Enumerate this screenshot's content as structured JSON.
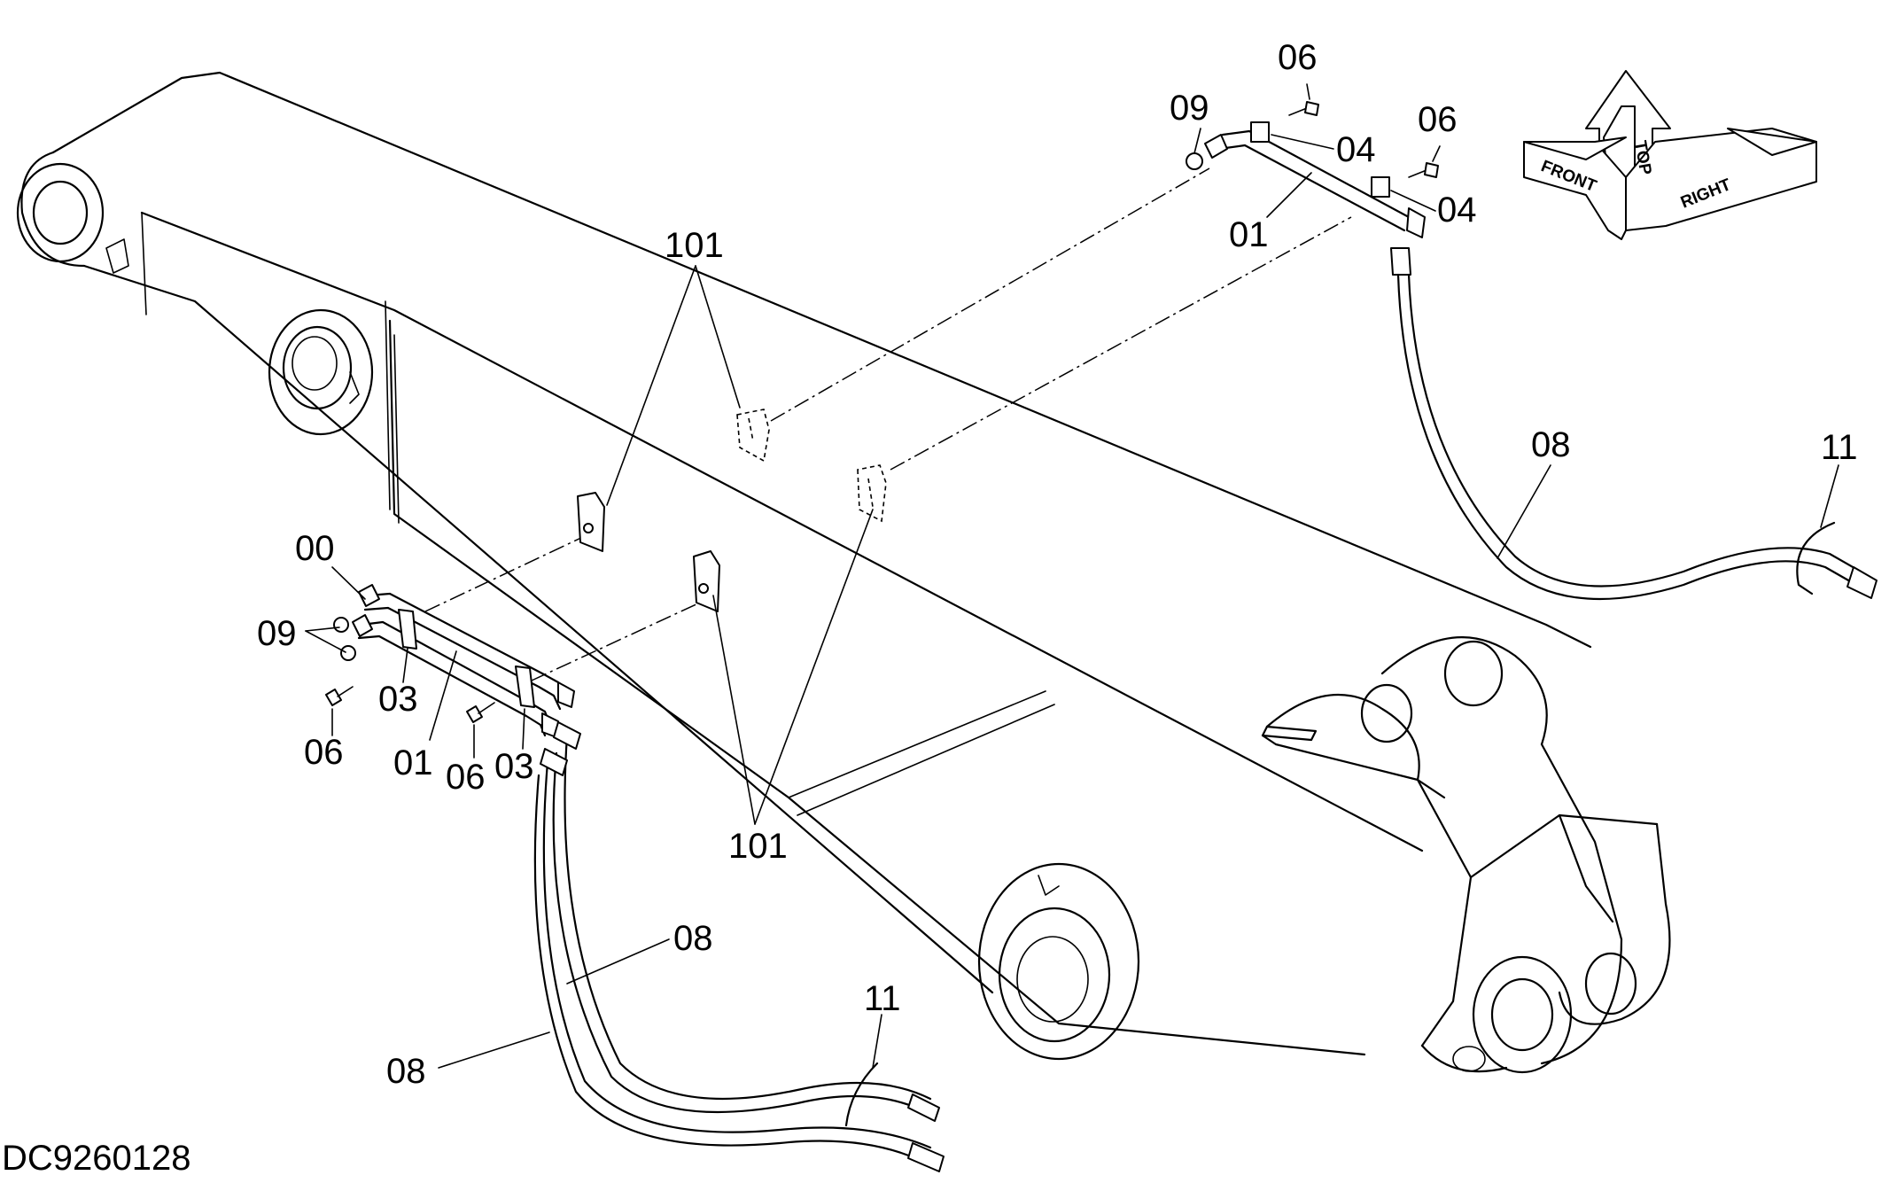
{
  "drawing_code": "DC9260128",
  "orientation": {
    "front": "FRONT",
    "top": "TOP",
    "right": "RIGHT"
  },
  "labels": {
    "p101_top": "101",
    "p101_bottom": "101",
    "p00": "00",
    "p09_left": "09",
    "p09_right": "09",
    "p06_left_a": "06",
    "p06_left_b": "06",
    "p06_right_a": "06",
    "p06_right_b": "06",
    "p03_a": "03",
    "p03_b": "03",
    "p01_left": "01",
    "p01_right": "01",
    "p04_a": "04",
    "p04_b": "04",
    "p08_left_top": "08",
    "p08_left_bottom": "08",
    "p08_right": "08",
    "p11_left": "11",
    "p11_right": "11"
  }
}
